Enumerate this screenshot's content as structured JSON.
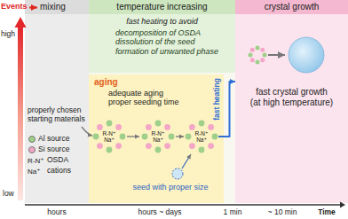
{
  "diagram": {
    "nodes": [
      {
        "text": [
          "mixing",
          "properly chosen starting materials"
        ]
      },
      {
        "text": [
          "temperature increasing"
        ]
      },
      {
        "text": [
          "fast heating to avoid",
          "decomposition of OSDA dissolution of the seed formation of unwanted phase"
        ],
        "in": 1
      },
      {
        "text": [
          "aging",
          "adequate aging proper seeding time"
        ],
        "in": 1
      },
      {
        "text": [
          "crystal growth",
          "fast crystal growth (at high temperature)"
        ]
      }
    ],
    "edges": [
      {
        "from": 3,
        "to": 4,
        "label": "fast heating",
        "arrow": "to"
      }
    ],
    "labels": [
      "Events",
      "high",
      "low",
      "R-N⁺",
      "Na⁺",
      "R-N⁺",
      "Na⁺",
      "R-N⁺",
      "Na⁺",
      "R-N⁺",
      "Na⁺",
      "seed with proper size",
      "hours",
      "hours ~ days",
      "1 min",
      "~ 10 min",
      "Time"
    ],
    "legend": [
      {
        "text": "Al source",
        "color": "#9fd08a"
      },
      {
        "text": "Si source",
        "color": "#f4a6c6"
      },
      {
        "text": "OSDA"
      },
      {
        "text": "cations"
      }
    ]
  }
}
